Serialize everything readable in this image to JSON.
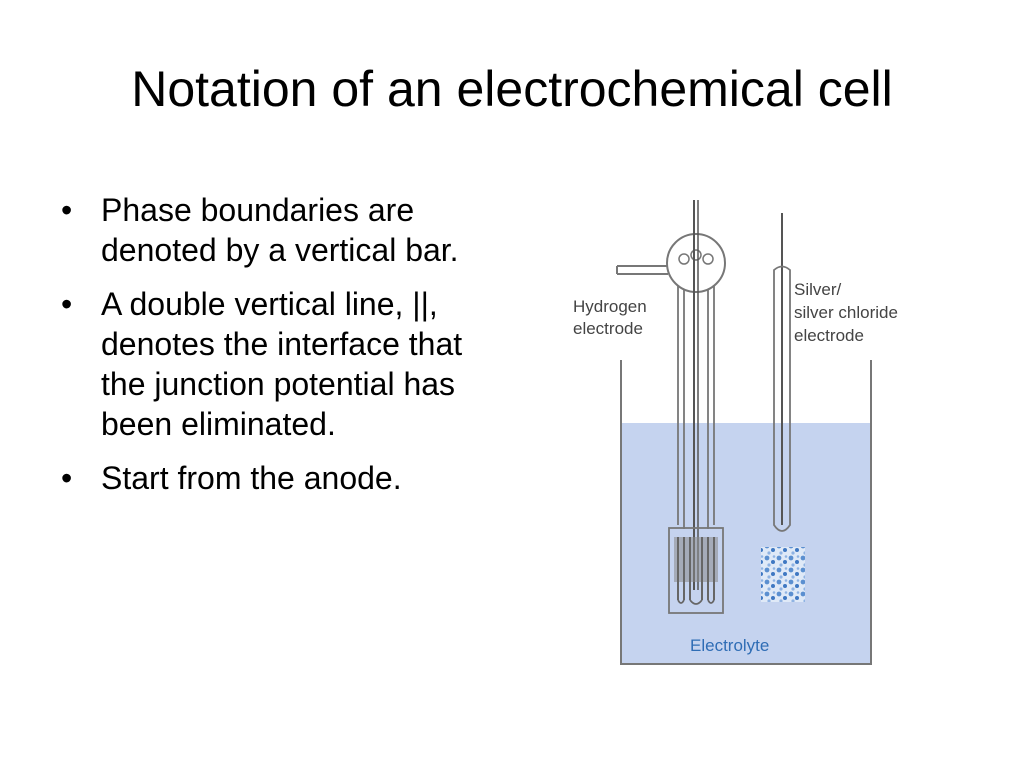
{
  "slide": {
    "title": "Notation of an electrochemical cell",
    "bullets": [
      "Phase boundaries are denoted by a vertical bar.",
      "A double vertical line, ||, denotes the interface that the junction potential has been eliminated.",
      "Start from the anode."
    ],
    "bullet_symbol": "•"
  },
  "diagram": {
    "labels": {
      "hydrogen_line1": "Hydrogen",
      "hydrogen_line2": "electrode",
      "silver_line1": "Silver/",
      "silver_line2": "silver chloride",
      "silver_line3": "electrode",
      "electrolyte": "Electrolyte"
    },
    "colors": {
      "electrolyte_fill": "#c5d3ef",
      "electrolyte_text": "#2f6db5",
      "glass_stroke": "#777777",
      "label_text": "#444444",
      "agcl_speckle": "#5b8fd0"
    }
  }
}
